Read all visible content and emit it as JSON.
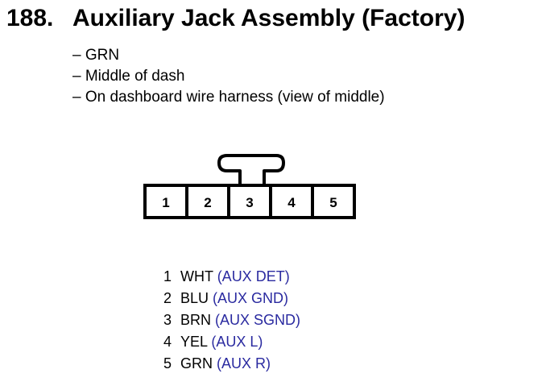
{
  "header": {
    "number": "188.",
    "title": "Auxiliary Jack Assembly (Factory)"
  },
  "notes": [
    "– GRN",
    "– Middle of dash",
    "– On dashboard wire harness (view of middle)"
  ],
  "connector": {
    "pins": [
      "1",
      "2",
      "3",
      "4",
      "5"
    ]
  },
  "pinout": [
    {
      "pin": "1",
      "color": "WHT",
      "function": "(AUX DET)"
    },
    {
      "pin": "2",
      "color": "BLU",
      "function": "(AUX GND)"
    },
    {
      "pin": "3",
      "color": "BRN",
      "function": "(AUX SGND)"
    },
    {
      "pin": "4",
      "color": "YEL",
      "function": "(AUX L)"
    },
    {
      "pin": "5",
      "color": "GRN",
      "function": "(AUX R)"
    }
  ],
  "colors": {
    "text": "#000000",
    "function_text": "#2a2aa0"
  }
}
